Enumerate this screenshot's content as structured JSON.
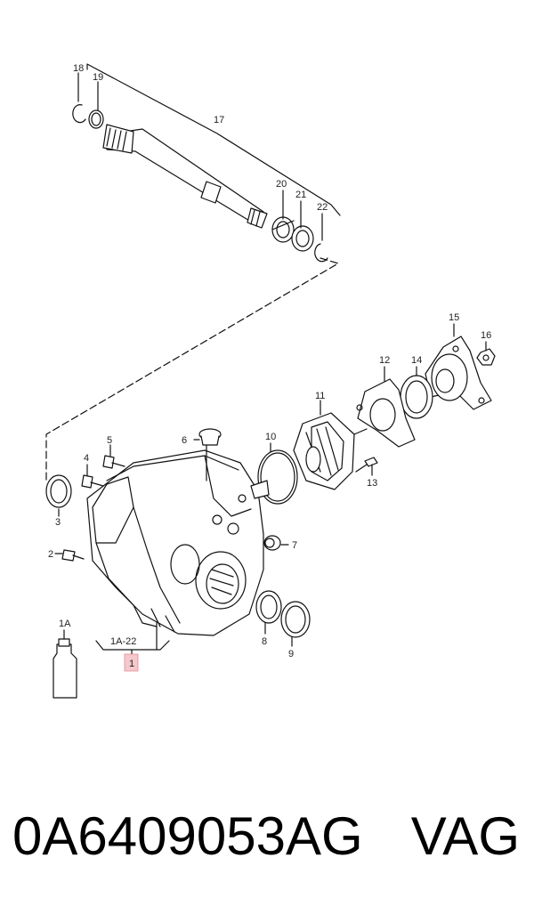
{
  "callouts": {
    "c1": "1",
    "c1A": "1A",
    "c1A22": "1A-22",
    "c2": "2",
    "c3": "3",
    "c4": "4",
    "c5": "5",
    "c6": "6",
    "c7": "7",
    "c8": "8",
    "c9": "9",
    "c10": "10",
    "c11": "11",
    "c12": "12",
    "c13": "13",
    "c14": "14",
    "c15": "15",
    "c16": "16",
    "c17": "17",
    "c18": "18",
    "c19": "19",
    "c20": "20",
    "c21": "21",
    "c22": "22"
  },
  "highlight_color": "#f6c7cc",
  "footer": {
    "part_number": "0A6409053AG",
    "brand": "VAG"
  }
}
